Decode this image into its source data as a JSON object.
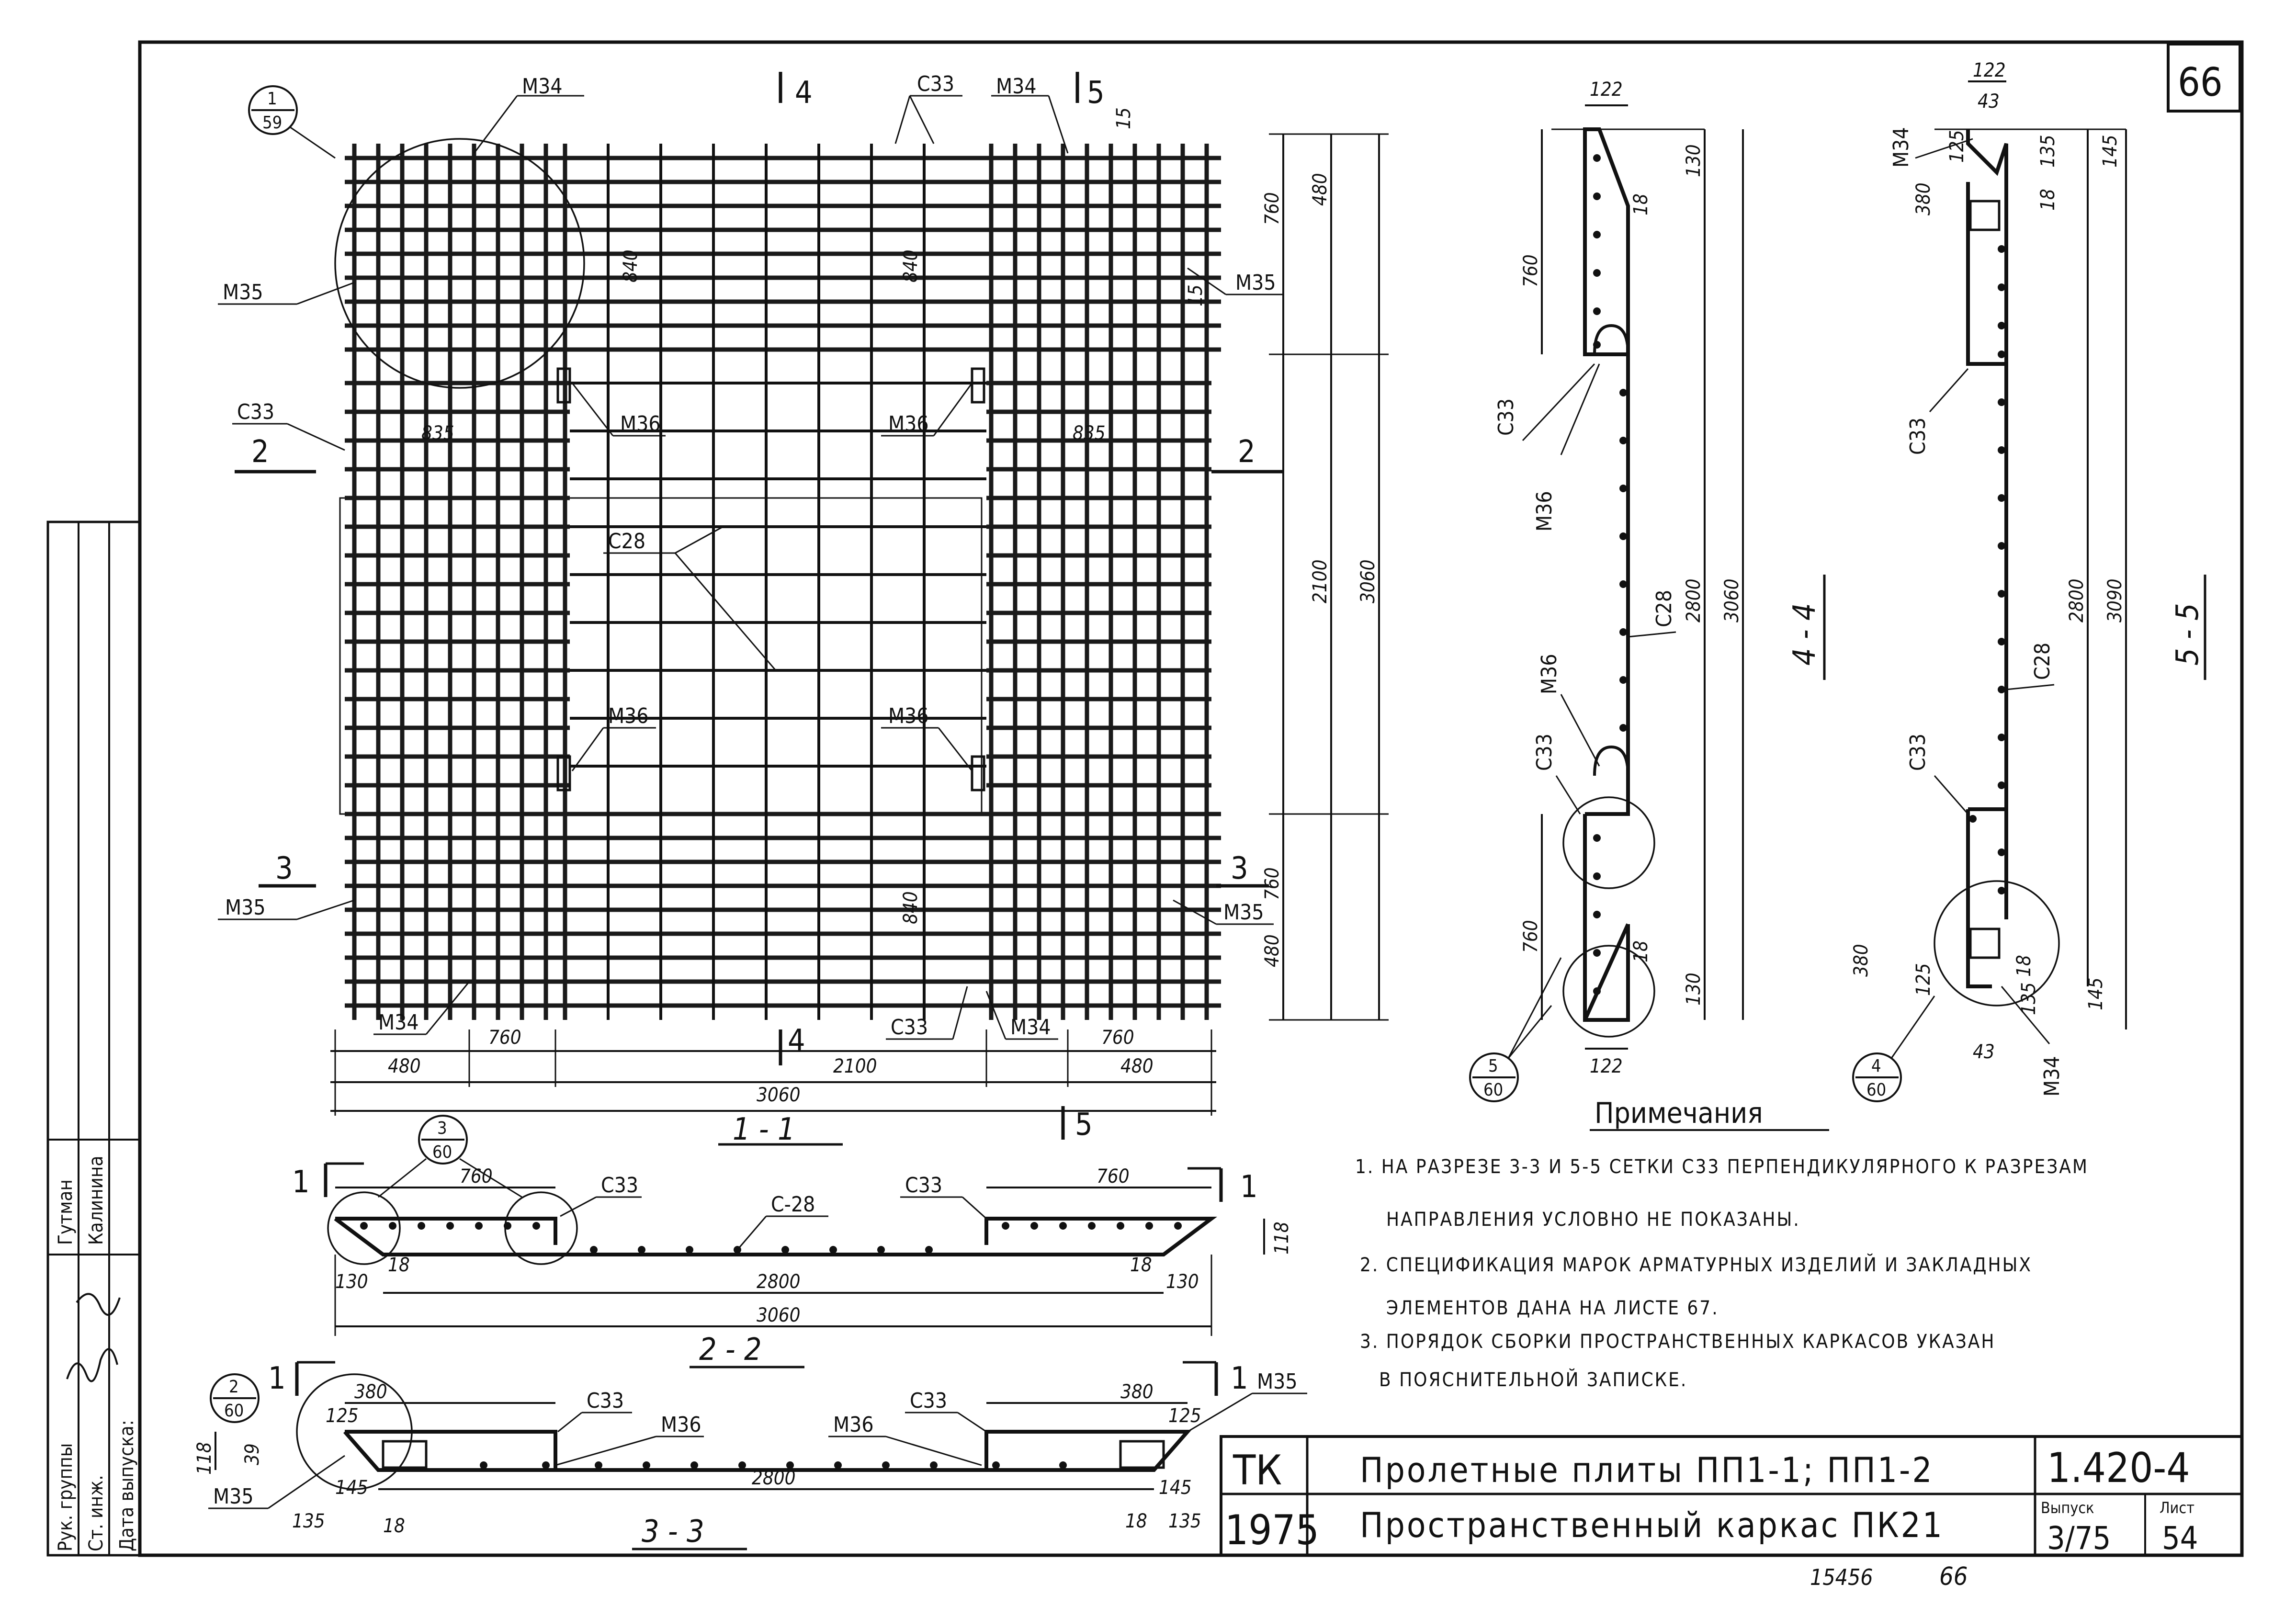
{
  "sheet_number_top": "66",
  "plan_view": {
    "section_marks": {
      "s4_top": "4",
      "s5_top": "5",
      "s4_bottom": "4",
      "s5_bottom": "5",
      "s2_left": "2",
      "s2_right": "2",
      "s3_left": "3",
      "s3_right": "3"
    },
    "callout": {
      "num": "1",
      "sheet": "59"
    },
    "labels": {
      "m34_a": "М34",
      "c33_top": "С33",
      "m34_b": "М34",
      "m35_a": "М35",
      "m35_b": "М35",
      "c33_left": "С33",
      "m36_a": "М36",
      "m36_b": "М36",
      "c28": "С28",
      "m36_c": "М36",
      "m36_d": "М36",
      "m35_c": "М35",
      "m35_d": "М35",
      "m34_c": "М34",
      "c33_bottom": "С33",
      "m34_d": "М34"
    },
    "dims": {
      "d15a": "15",
      "d15b": "15",
      "d760a": "760",
      "d480a": "480",
      "d840a": "840",
      "d840b": "840",
      "d840c": "840",
      "d835a": "835",
      "d835b": "835",
      "d2100v": "2100",
      "d3060v": "3060",
      "d760b": "760",
      "d480b": "480",
      "d480c": "480",
      "d760c": "760",
      "d2100h": "2100",
      "d760d": "760",
      "d480d": "480",
      "d3060h": "3060"
    },
    "title": "1 - 1"
  },
  "section_4_4": {
    "title": "4 - 4",
    "callout": {
      "num": "5",
      "sheet": "60"
    },
    "labels": {
      "c33a": "С33",
      "m36a": "М36",
      "c28": "С28",
      "m36b": "М36",
      "c33b": "С33"
    },
    "dims": {
      "d122a": "122",
      "d130a": "130",
      "d18a": "18",
      "d760a": "760",
      "d2800": "2800",
      "d3060": "3060",
      "d760b": "760",
      "d18b": "18",
      "d130b": "130",
      "d122b": "122"
    }
  },
  "section_5_5": {
    "title": "5 - 5",
    "callout": {
      "num": "4",
      "sheet": "60"
    },
    "labels": {
      "m34a": "М34",
      "c33a": "С33",
      "c28": "С28",
      "c33b": "С33",
      "m34b": "М34"
    },
    "dims": {
      "d122": "122",
      "d43a": "43",
      "d125a": "125",
      "d135a": "135",
      "d145a": "145",
      "d380a": "380",
      "d18a": "18",
      "d2800": "2800",
      "d3090": "3090",
      "d380b": "380",
      "d125b": "125",
      "d18b": "18",
      "d135b": "135",
      "d145b": "145",
      "d43b": "43"
    }
  },
  "section_2_2": {
    "title": "2 - 2",
    "mark_left": "1",
    "mark_right": "1",
    "callout": {
      "num": "3",
      "sheet": "60"
    },
    "labels": {
      "c33a": "С33",
      "c28": "С-28",
      "c33b": "С33"
    },
    "dims": {
      "d760a": "760",
      "d760b": "760",
      "d118": "118",
      "d18a": "18",
      "d18b": "18",
      "d130a": "130",
      "d130b": "130",
      "d2800": "2800",
      "d3060": "3060"
    }
  },
  "section_3_3": {
    "title": "3 - 3",
    "mark_left": "1",
    "mark_right": "1",
    "callout": {
      "num": "2",
      "sheet": "60"
    },
    "labels": {
      "c33a": "С33",
      "m36a": "М36",
      "m36b": "М36",
      "c33b": "С33",
      "m35a": "М35",
      "m35b": "М35"
    },
    "dims": {
      "d380a": "380",
      "d125a": "125",
      "d39": "39",
      "d118": "118",
      "d145a": "145",
      "d135a": "135",
      "d18a": "18",
      "d2800": "2800",
      "d380b": "380",
      "d125b": "125",
      "d145b": "145",
      "d18b": "18",
      "d135b": "135"
    }
  },
  "notes": {
    "heading": "Примечания",
    "n1a": "1. НА РАЗРЕЗЕ 3-3 И 5-5 СЕТКИ С33 ПЕРПЕНДИКУЛЯРНОГО К РАЗРЕЗАМ",
    "n1b": "НАПРАВЛЕНИЯ УСЛОВНО НЕ ПОКАЗАНЫ.",
    "n2a": "2. СПЕЦИФИКАЦИЯ МАРОК АРМАТУРНЫХ ИЗДЕЛИЙ И ЗАКЛАДНЫХ",
    "n2b": "ЭЛЕМЕНТОВ ДАНА НА ЛИСТЕ 67.",
    "n3a": "3. ПОРЯДОК СБОРКИ ПРОСТРАНСТВЕННЫХ КАРКАСОВ УКАЗАН",
    "n3b": "В ПОЯСНИТЕЛЬНОЙ ЗАПИСКЕ."
  },
  "title_block": {
    "org": "ТК",
    "year": "1975",
    "title1": "Пролетные плиты ПП1-1; ПП1-2",
    "title2": "Пространственный каркас ПК21",
    "code": "1.420-4",
    "issue_label": "Выпуск",
    "issue": "3/75",
    "sheet_label": "Лист",
    "sheet": "54"
  },
  "stamp_left": {
    "row1": "Рук. группы",
    "row2": "Ст. инж.",
    "row3": "Дата выпуска:",
    "name1": "Гутман",
    "name2": "Калинина"
  },
  "footer": {
    "inv": "15456",
    "page": "66"
  }
}
